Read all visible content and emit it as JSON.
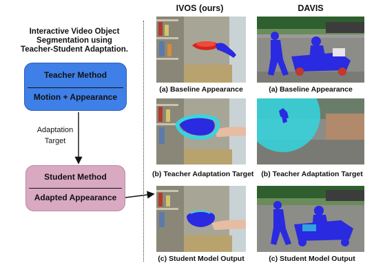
{
  "title_lines": [
    "Interactive Video Object",
    "Segmentation using",
    "Teacher-Student Adaptation."
  ],
  "teacher": {
    "name": "Teacher Method",
    "detail": "Motion + Appearance",
    "color": "#3f7fe8"
  },
  "adaptation_label_lines": [
    "Adaptation",
    "Target"
  ],
  "student": {
    "name": "Student Method",
    "detail": "Adapted Appearance",
    "color": "#d9a9c1"
  },
  "columns": [
    {
      "header": "IVOS (ours)",
      "captions": [
        "(a) Baseline Appearance",
        "(b) Teacher Adaptation Target",
        "(c) Student Model Output"
      ]
    },
    {
      "header": "DAVIS",
      "captions": [
        "(a) Baseline Appearance",
        "(b) Teacher Adaptation Target",
        "(c) Student Model Output"
      ]
    }
  ],
  "colors": {
    "mask": "#2a2ae0",
    "target_halo": "#33d6e0"
  }
}
